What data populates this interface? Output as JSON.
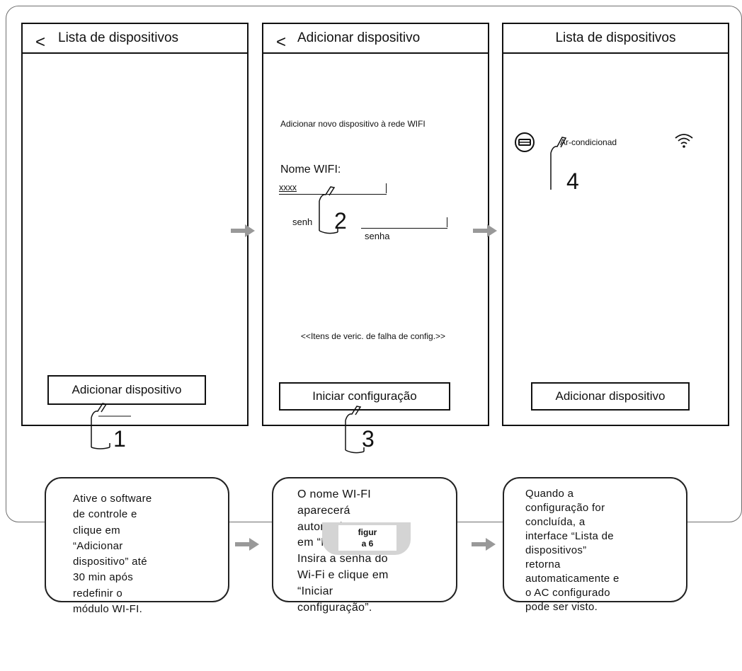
{
  "screens": [
    {
      "back_icon": "<",
      "title": "Lista de dispositivos",
      "button": "Adicionar dispositivo",
      "step": "1"
    },
    {
      "back_icon": "<",
      "title": "Adicionar dispositivo",
      "instruction": "Adicionar novo dispositivo à rede WIFI",
      "wifi_label": "Nome WIFI:",
      "wifi_value": "xxxx",
      "password_label": "senh",
      "password_hint": "senha",
      "check_link": "<<Itens de veric. de falha de config.>>",
      "button": "Iniciar configuração",
      "steps": [
        "2",
        "3"
      ]
    },
    {
      "title": "Lista de dispositivos",
      "device_name": "Ar-condicionad",
      "device_icon": "ac-unit-icon",
      "signal_icon": "wifi-signal-icon",
      "button": "Adicionar dispositivo",
      "step": "4"
    }
  ],
  "descriptions": [
    "Ative o software\nde controle e\nclique em\n“Adicionar\ndispositivo” até\n30 min após\nredefinir o\nmódulo WI-FI.",
    "O nome WI-FI\naparecerá\nautomaticamente\nem “Nome Wi-Fi”.\nInsira a senha do\nWi-Fi e clique em\n“Iniciar\nconfiguração”.",
    "Quando a\nconfiguração for\nconcluída, a\ninterface “Lista de\ndispositivos”\nretorna\nautomaticamente e\no AC configurado\npode ser visto."
  ],
  "figure_label": "figur\na 6",
  "colors": {
    "arrow": "#999999",
    "border": "#111111",
    "frame": "#6e6e6e",
    "tab": "#d4d4d4"
  }
}
